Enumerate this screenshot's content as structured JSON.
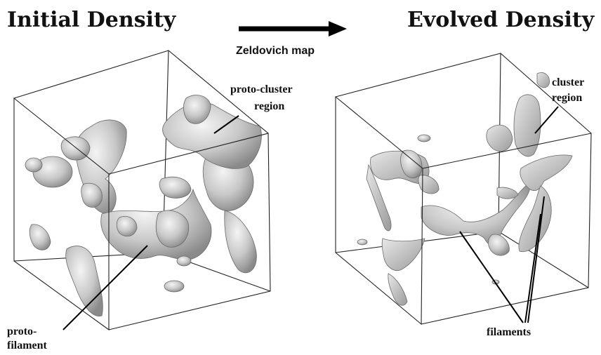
{
  "titles": {
    "initial": "Initial Density",
    "evolved": "Evolved Density"
  },
  "arrow": {
    "label": "Zeldovich map"
  },
  "left_panel": {
    "label_protocluster_line1": "proto-cluster",
    "label_protocluster_line2": "region",
    "label_protofilament_line1": "proto-",
    "label_protofilament_line2": "filament"
  },
  "right_panel": {
    "label_cluster_line1": "cluster",
    "label_cluster_line2": "region",
    "label_filaments": "filaments"
  },
  "colors": {
    "surface_light": "#e6e6e6",
    "surface_dark": "#8c8c8c",
    "ink": "#111111"
  }
}
